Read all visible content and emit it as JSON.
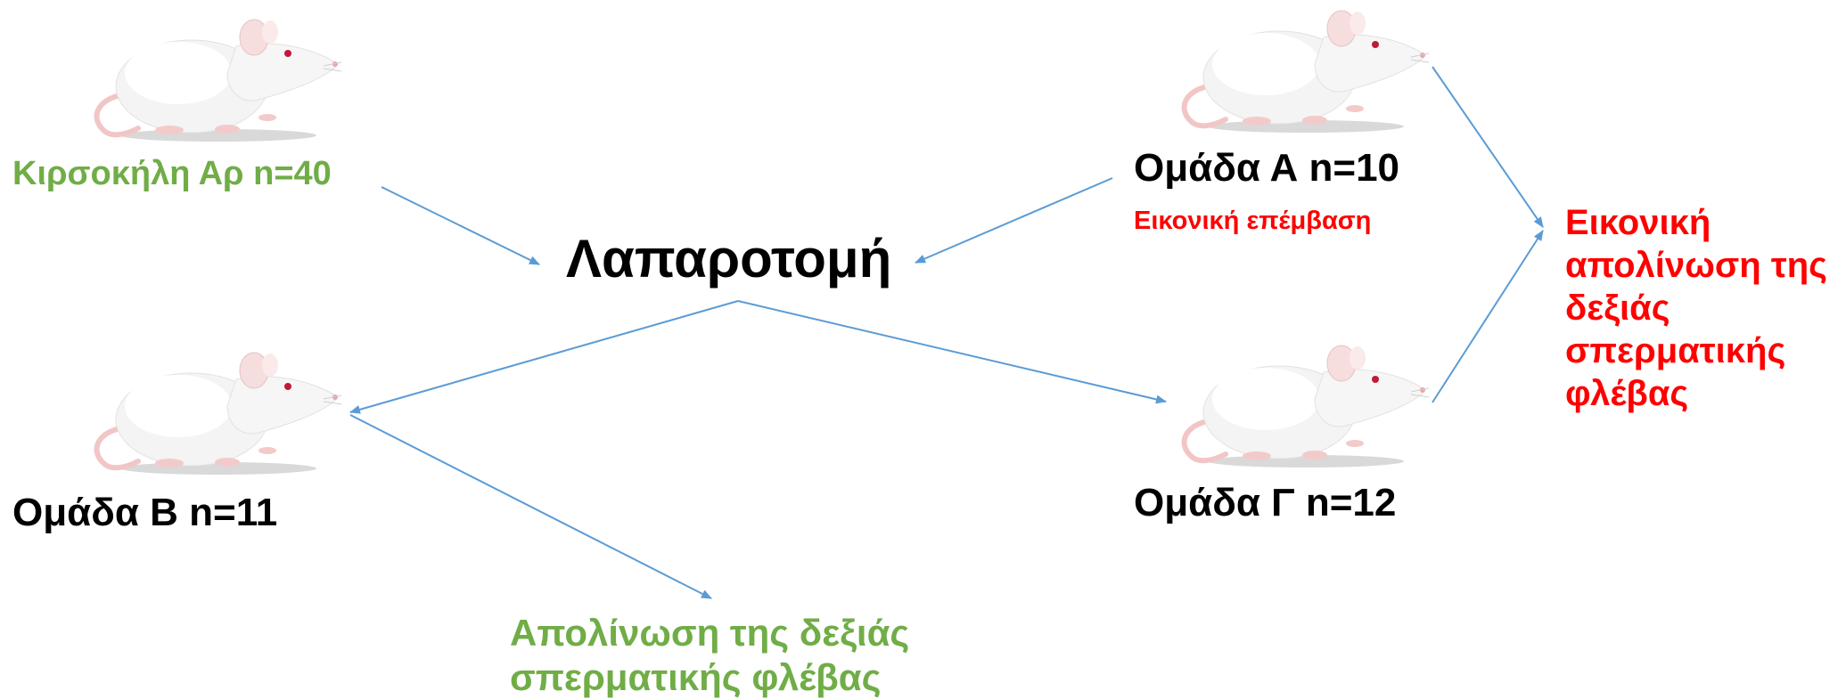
{
  "colors": {
    "black": "#000000",
    "green": "#70ad47",
    "red": "#ff0000",
    "arrow": "#5b9bd5"
  },
  "nodes": {
    "source": {
      "label": "Κιρσοκήλη Αρ n=40",
      "icon": "rat-icon"
    },
    "center": {
      "label": "Λαπαροτομή"
    },
    "group_a": {
      "label": "Ομάδα Α n=10",
      "sublabel": "Εικονική επέμβαση",
      "icon": "rat-icon"
    },
    "group_b": {
      "label": "Ομάδα Β n=11",
      "icon": "rat-icon"
    },
    "group_c": {
      "label": "Ομάδα Γ n=12",
      "icon": "rat-icon"
    },
    "ligation_real": {
      "lines": [
        "Απολίνωση της δεξιάς",
        "σπερματικής φλέβας"
      ]
    },
    "ligation_sham": {
      "lines": [
        "Εικονική",
        "απολίνωση της",
        "δεξιάς",
        "σπερματικής",
        "φλέβας"
      ]
    }
  }
}
